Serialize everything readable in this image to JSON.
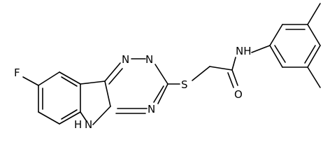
{
  "molecule": {
    "labels": {
      "fluorine": "F",
      "indole_nh": "N",
      "indole_h": "H",
      "triazine_n1": "N",
      "triazine_n2": "N",
      "triazine_n3": "N",
      "sulfur": "S",
      "amide_nh": "NH",
      "carbonyl_o": "O"
    }
  }
}
